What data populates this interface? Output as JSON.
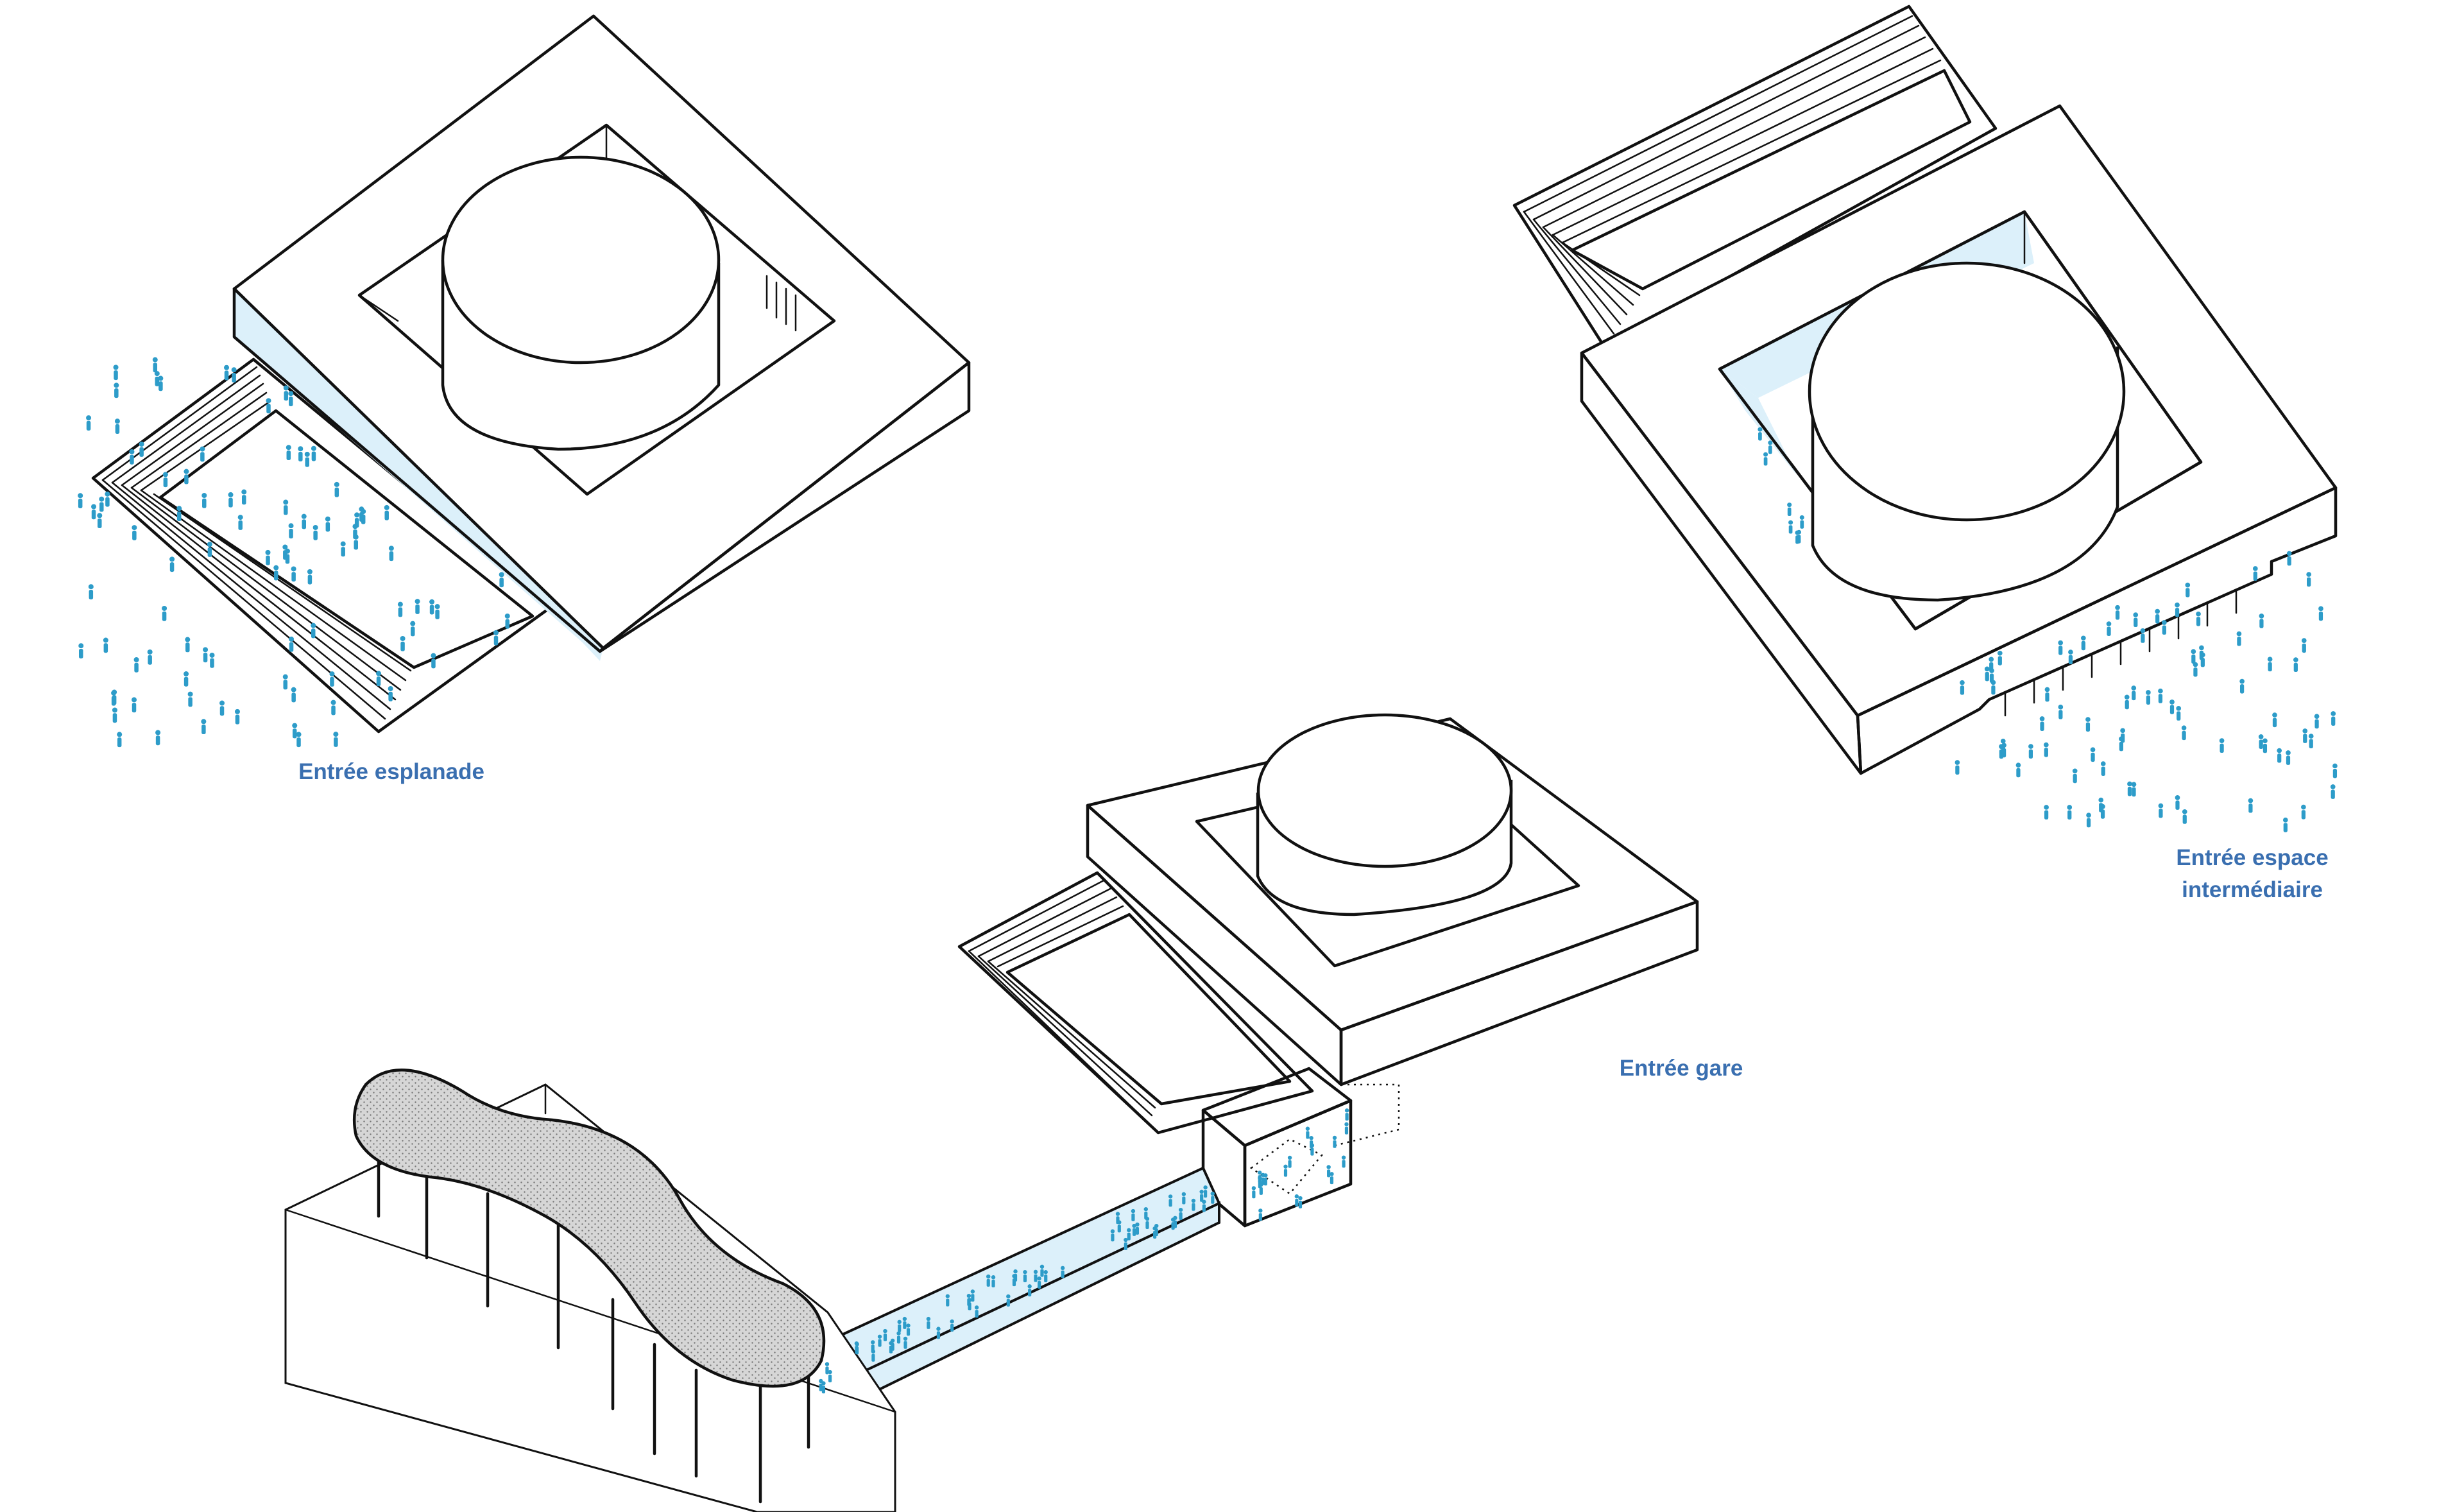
{
  "labels": {
    "esplanade": "Entrée esplanade",
    "gare": "Entrée gare",
    "espace_line1": "Entrée espace",
    "espace_line2": "intermédiaire"
  },
  "colors": {
    "accent_text": "#3a6fb0",
    "glass_fill": "#dcf0fa",
    "people": "#2d9cc9",
    "ink": "#111111",
    "canopy_fill": "#d2d2d2"
  }
}
